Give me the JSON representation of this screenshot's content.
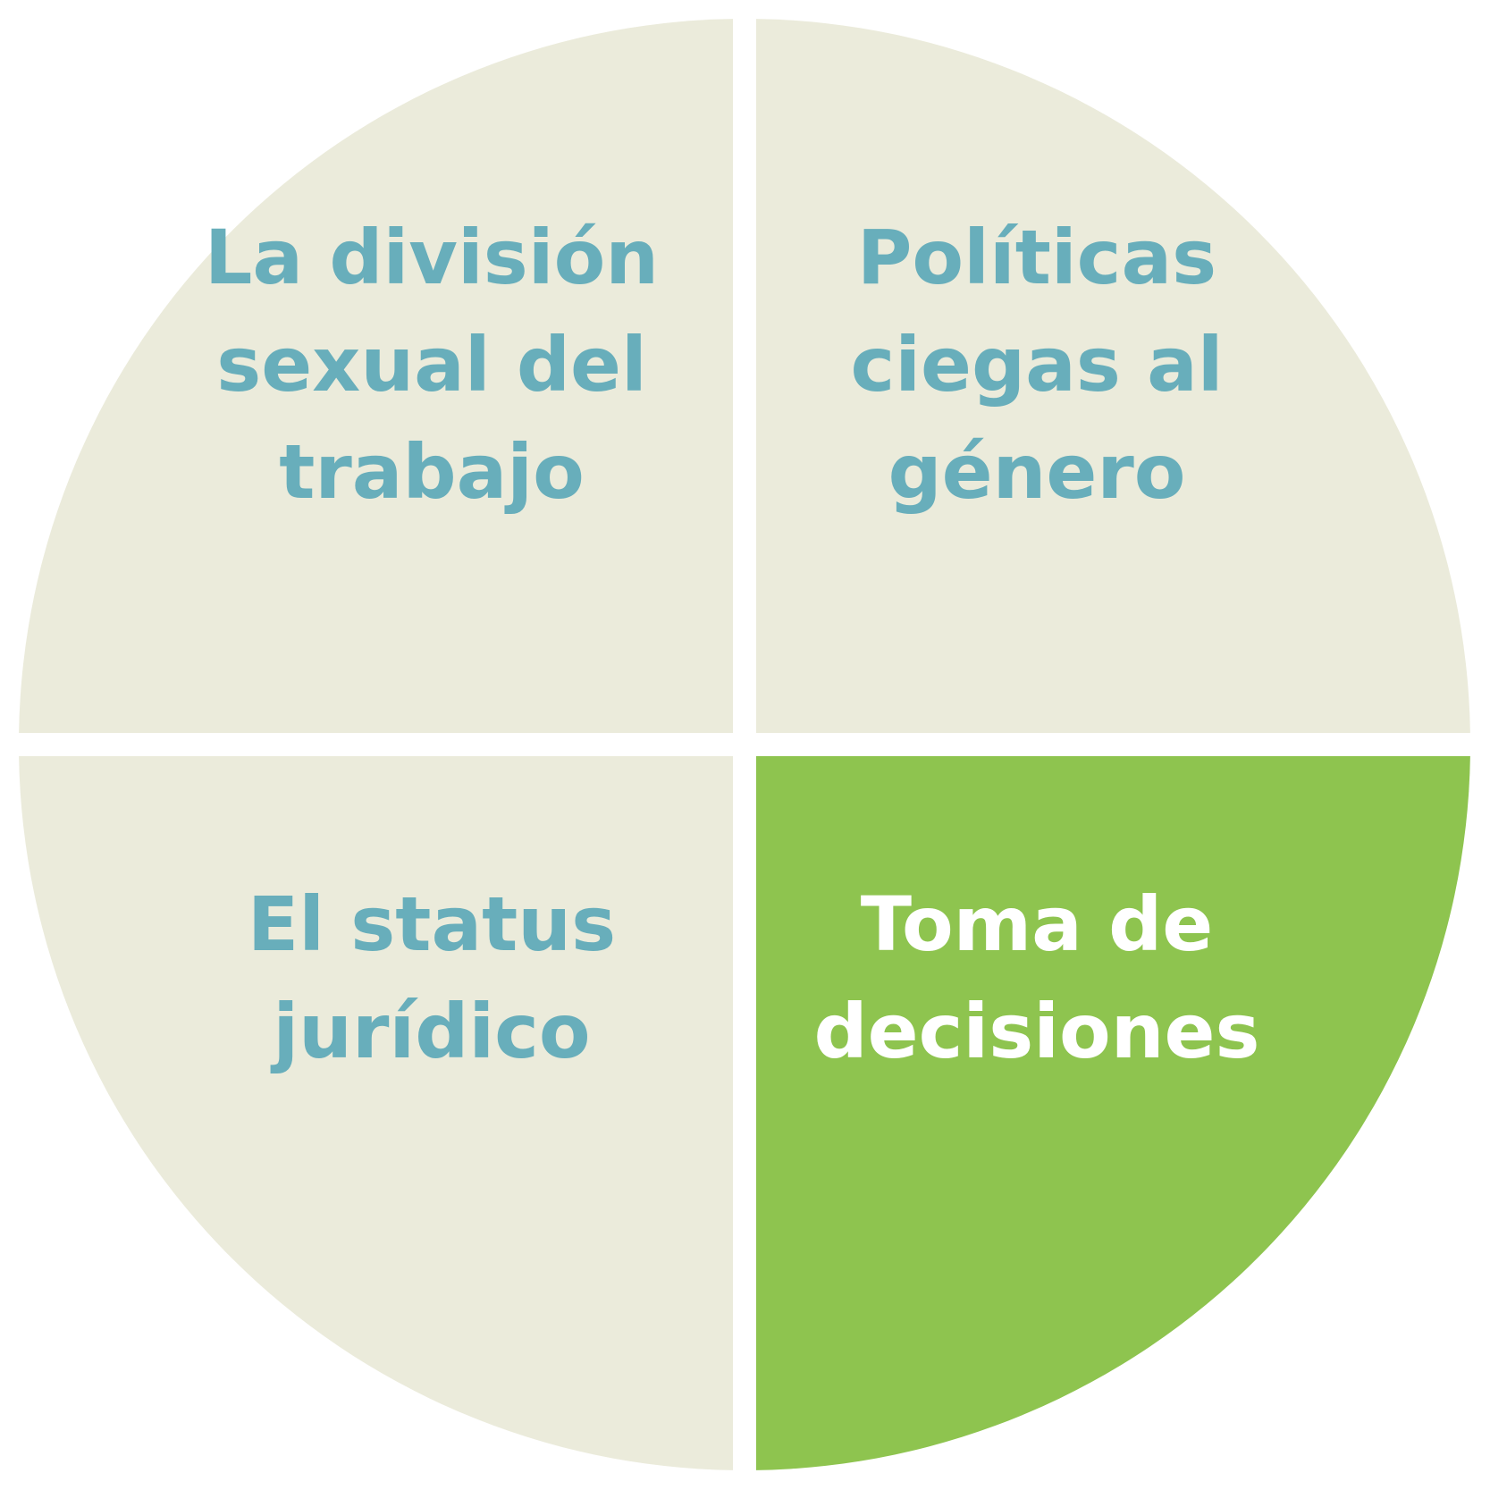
{
  "colors": {
    "neutral_fill": "#ebebdb",
    "highlight_fill": "#8ec44f",
    "divider": "#ffffff",
    "neutral_text": "#68aebb",
    "highlight_text": "#ffffff"
  },
  "quadrants": [
    {
      "id": "top-left",
      "highlighted": false,
      "lines": [
        "La división",
        "sexual del",
        "trabajo"
      ]
    },
    {
      "id": "top-right",
      "highlighted": false,
      "lines": [
        "Políticas",
        "ciegas al",
        "género"
      ]
    },
    {
      "id": "bottom-left",
      "highlighted": false,
      "lines": [
        "El status",
        "jurídico"
      ]
    },
    {
      "id": "bottom-right",
      "highlighted": true,
      "lines": [
        "Toma de",
        "decisiones"
      ]
    }
  ]
}
